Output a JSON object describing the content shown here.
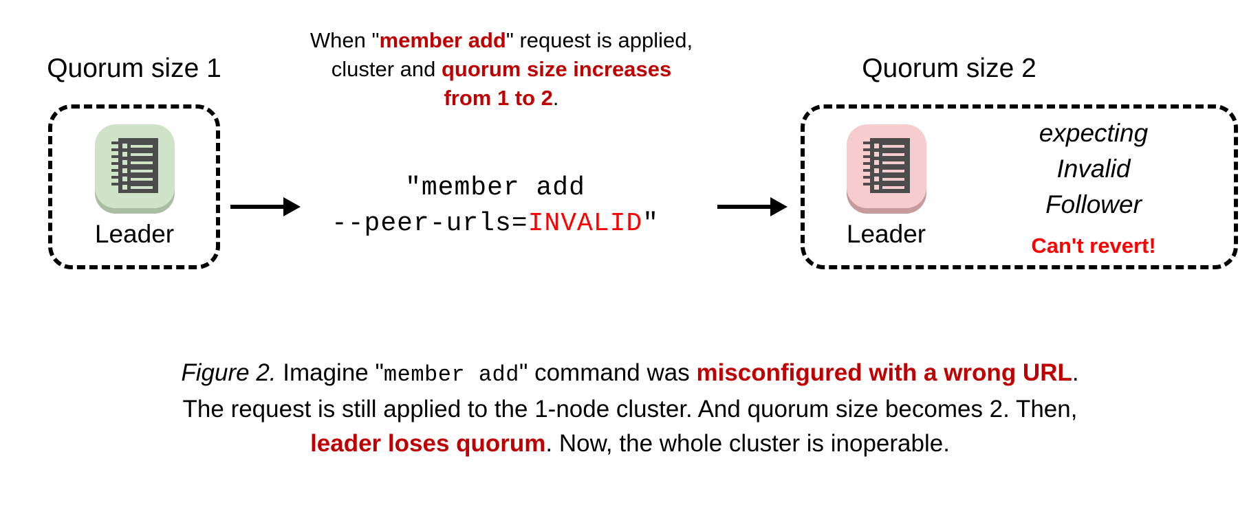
{
  "figure": {
    "top_note": {
      "segments": [
        {
          "text": "When \"",
          "style": "normal"
        },
        {
          "text": "member add",
          "style": "red-bold"
        },
        {
          "text": "\" request is applied,",
          "style": "normal"
        },
        {
          "text": "cluster and ",
          "style": "normal"
        },
        {
          "text": "quorum size increases",
          "style": "red-bold"
        },
        {
          "text": "from 1 to 2",
          "style": "red-bold"
        },
        {
          "text": ".",
          "style": "normal"
        }
      ],
      "line1_a": "When \"",
      "line1_em": "member add",
      "line1_b": "\" request is applied,",
      "line2_a": "cluster and ",
      "line2_em": "quorum size increases",
      "line3_em": "from 1 to 2",
      "line3_b": "."
    },
    "left_cluster": {
      "title": "Quorum size 1",
      "node_label": "Leader",
      "tile_color": "#cfe3c9",
      "tile_shadow_color": "#a9bda3",
      "icon": "server-rack-icon"
    },
    "right_cluster": {
      "title": "Quorum size 2",
      "node_label": "Leader",
      "tile_color": "#f7ccce",
      "tile_shadow_color": "#c79b9d",
      "icon": "server-rack-icon",
      "status_lines": [
        "expecting",
        "Invalid",
        "Follower"
      ],
      "warning": "Can't revert!",
      "warning_color": "#fe0000"
    },
    "command": {
      "line1": "\"member add",
      "line2_prefix": "--peer-urls=",
      "line2_invalid": "INVALID",
      "line2_suffix": "\"",
      "invalid_color": "#ff0000"
    },
    "arrows": {
      "arrow_1": "arrow-right-icon",
      "arrow_2": "arrow-right-icon"
    },
    "caption": {
      "label": "Figure 2.",
      "l1_a": " Imagine \"",
      "l1_mono": "member add",
      "l1_b": "\" command was ",
      "l1_em": "misconfigured with a wrong URL",
      "l1_c": ".",
      "l2": "The request is still applied to the 1-node cluster. And quorum size becomes 2. Then,",
      "l3_em": "leader loses quorum",
      "l3_b": ". Now, the whole cluster is inoperable."
    },
    "colors": {
      "emphasis_red": "#c00000",
      "bright_red": "#ff0000",
      "ink": "#000000",
      "background": "#ffffff"
    }
  }
}
